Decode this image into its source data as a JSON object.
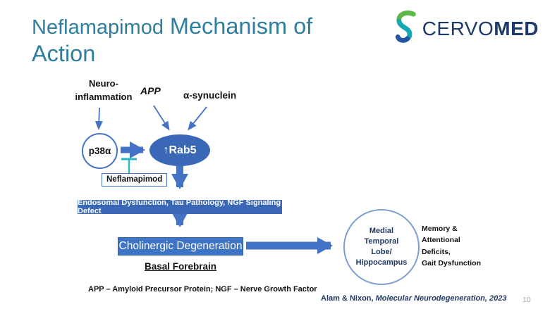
{
  "slide": {
    "title": {
      "drug": "Neflamapimod",
      "rest": "Mechanism of Action"
    },
    "logo": {
      "name_regular": "CERVO",
      "name_bold": "MED"
    },
    "footnote": "APP – Amyloid Precursor Protein; NGF – Nerve Growth Factor",
    "citation": {
      "authors": "Alam & Nixon, ",
      "source_italic": "Molecular Neurodegeneration, 2023"
    },
    "page_number": "10"
  },
  "diagram": {
    "inputs": {
      "neuroinflammation": "Neuro-\ninflammation",
      "app": "APP",
      "alpha_synuclein": "α-synuclein"
    },
    "p38_label": "p38α",
    "rab5_label": "↑Rab5",
    "inhibitor_label": "Neflamapimod",
    "endosomal_bar": "Endosomal Dysfunction, Tau Pathology, NGF Signaling Defect",
    "cholinergic_box": "Cholinergic Degeneration",
    "basal_forebrain": "Basal Forebrain",
    "circle_node": "Medial\nTemporal\nLobe/\nHippocampus",
    "outcome_text": "Memory &\nAttentional\nDeficits,\nGait Dysfunction"
  },
  "colors": {
    "title_teal": "#2e7e9e",
    "navy": "#1f3864",
    "arrow_blue": "#4472c4",
    "node_blue": "#3a68b6",
    "box_blue": "#3e74c6",
    "inhibitor_teal": "#2ab8c4",
    "circle_border": "#7a9fd0",
    "logo_green": "#5cb847",
    "logo_teal": "#14a8b2",
    "logo_blue": "#2456a4",
    "page_gray": "#a6a6a6"
  }
}
